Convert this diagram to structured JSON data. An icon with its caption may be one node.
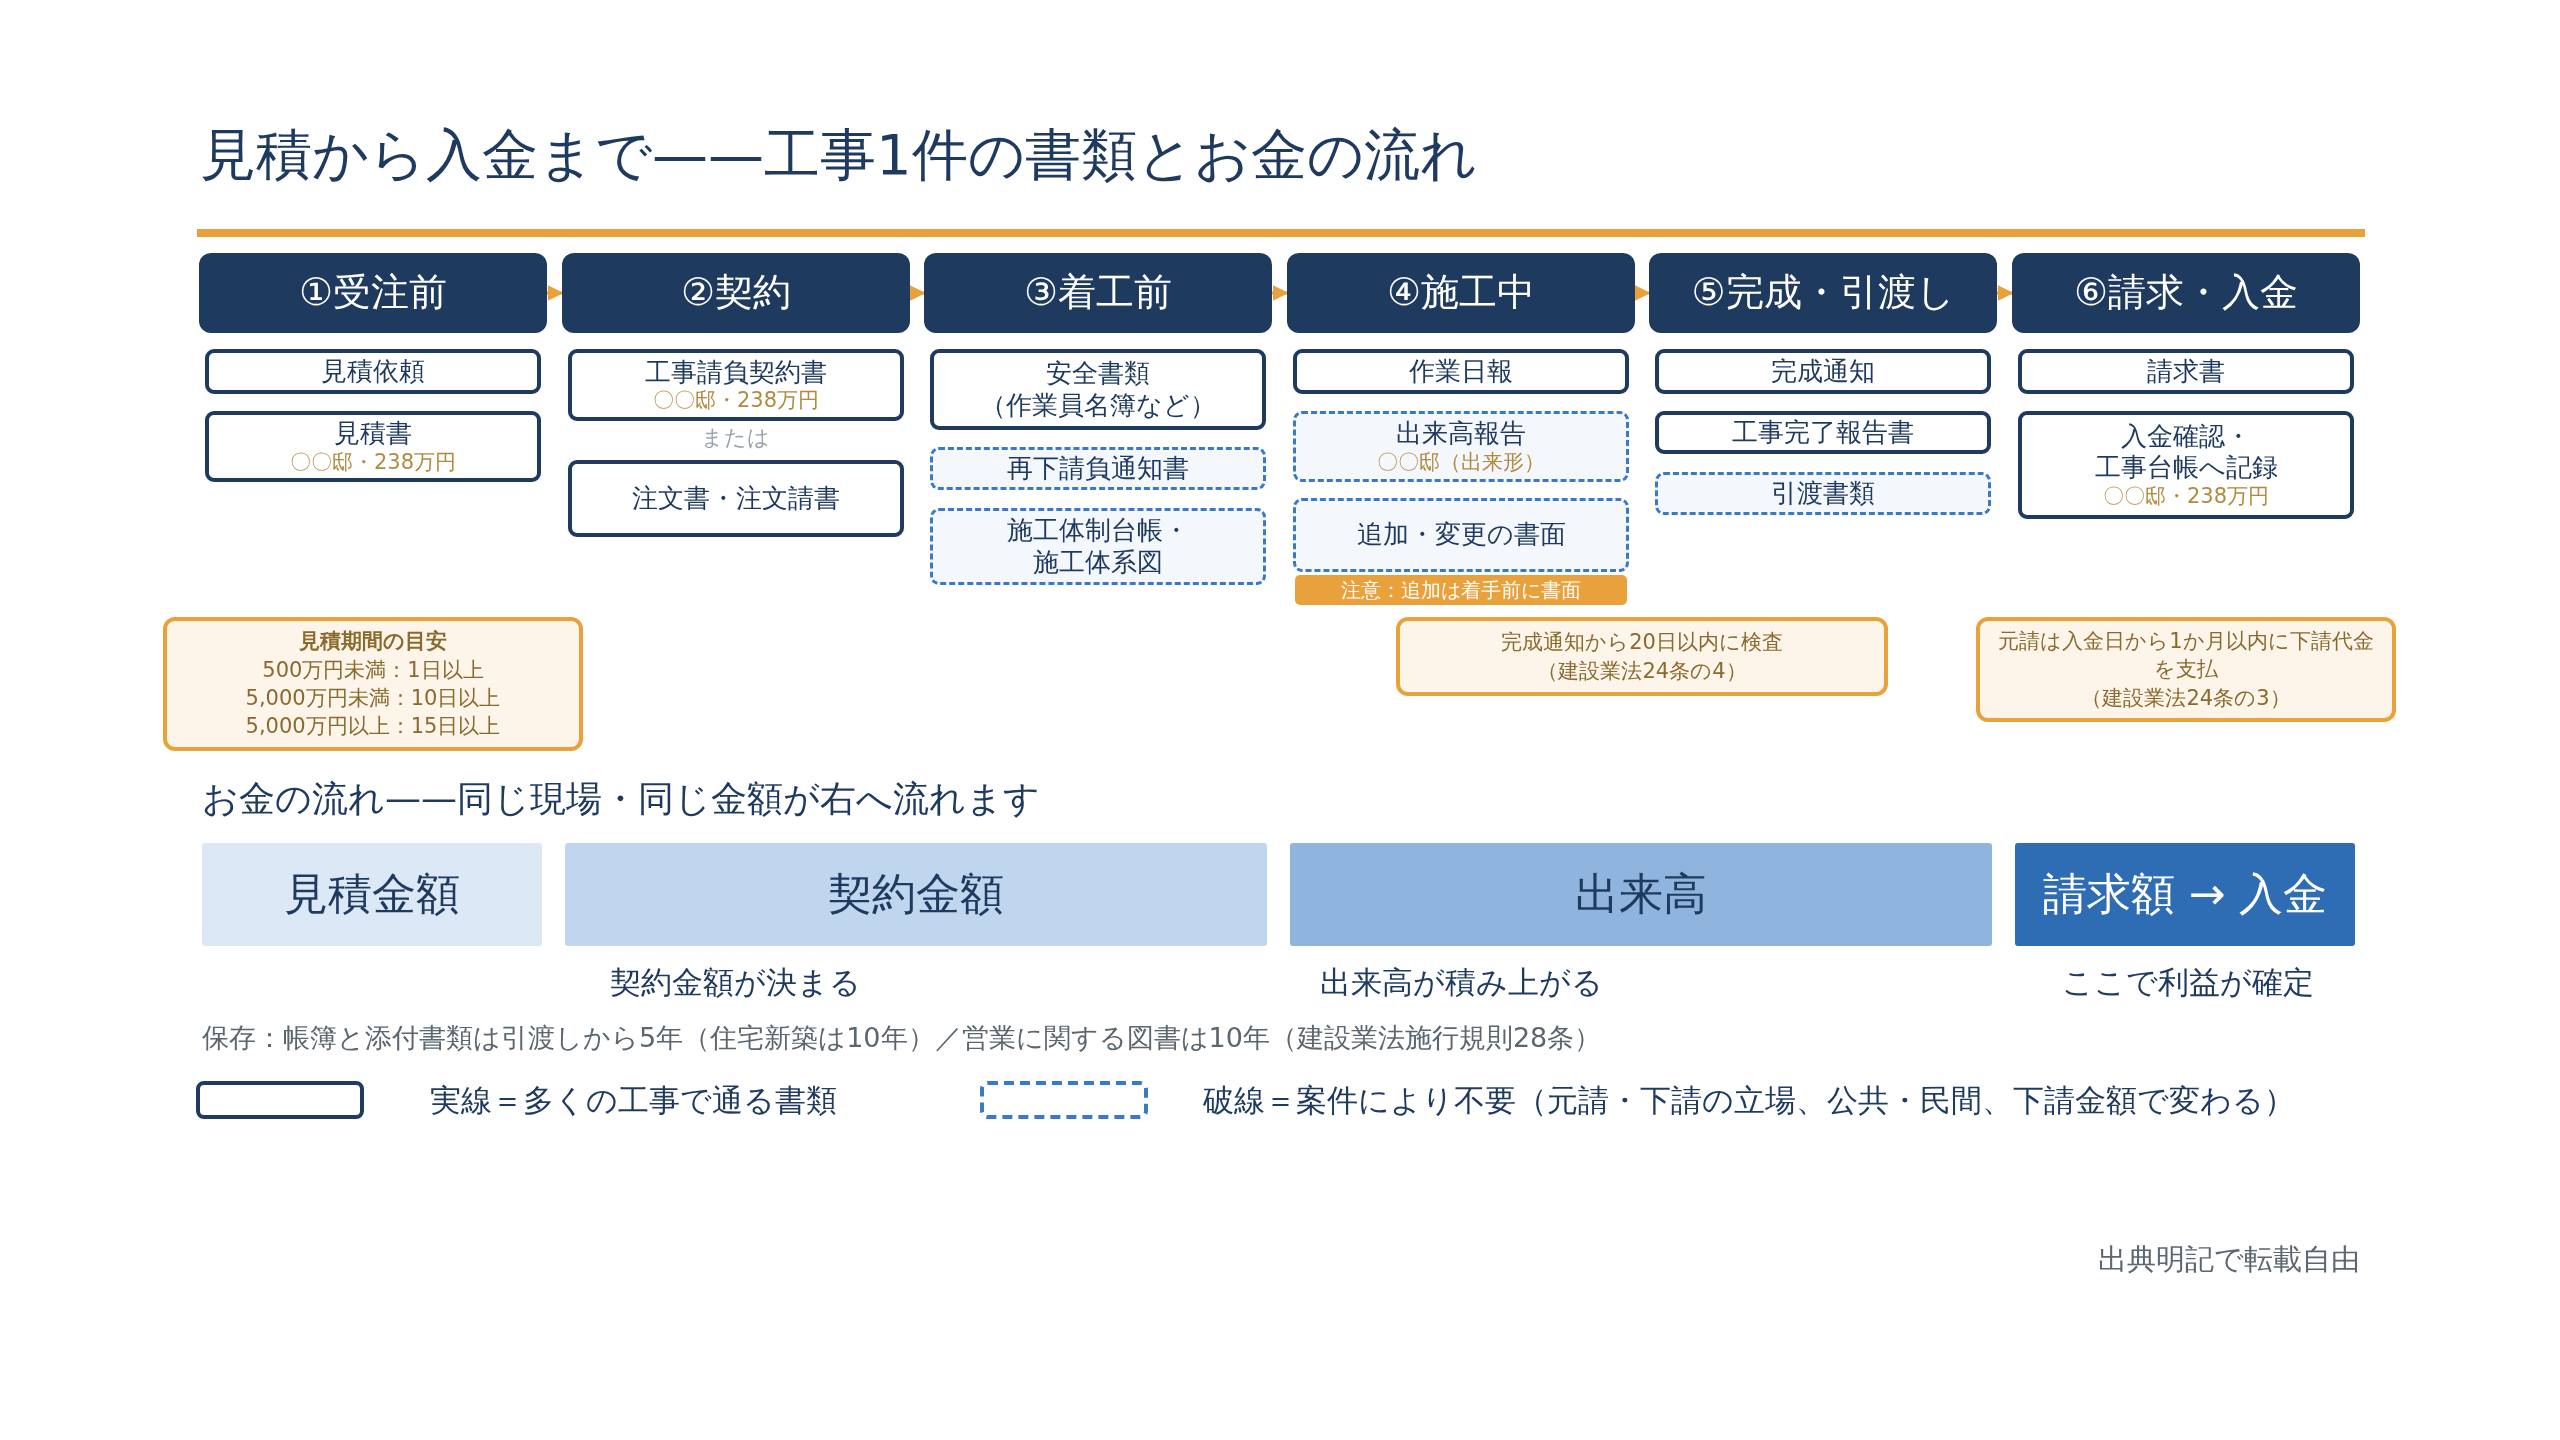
{
  "diagram": {
    "title": "見積から入金まで——工事1件の書類とお金の流れ",
    "nodes": [
      {
        "text": [
          "①受注前"
        ]
      },
      {
        "text": [
          "②契約"
        ]
      },
      {
        "text": [
          "③着工前"
        ]
      },
      {
        "text": [
          "④施工中"
        ]
      },
      {
        "text": [
          "⑤完成・引渡し"
        ]
      },
      {
        "text": [
          "⑥請求・入金"
        ]
      },
      {
        "text": [
          "見積依頼"
        ]
      },
      {
        "text": [
          "見積書",
          "〇〇邸・238万円"
        ]
      },
      {
        "text": [
          "工事請負契約書",
          "〇〇邸・238万円"
        ]
      },
      {
        "text": [
          "注文書・注文請書"
        ]
      },
      {
        "text": [
          "安全書類（作業員名簿など）"
        ]
      },
      {
        "text": [
          "再下請負通知書"
        ]
      },
      {
        "text": [
          "施工体制台帳・施工体系図"
        ]
      },
      {
        "text": [
          "作業日報"
        ]
      },
      {
        "text": [
          "出来高報告",
          "〇〇邸（出来形）"
        ]
      },
      {
        "text": [
          "追加・変更の書面"
        ]
      },
      {
        "text": [
          "注意：追加は着手前に書面"
        ]
      },
      {
        "text": [
          "完成通知"
        ]
      },
      {
        "text": [
          "工事完了報告書"
        ]
      },
      {
        "text": [
          "引渡書類"
        ]
      },
      {
        "text": [
          "請求書"
        ]
      },
      {
        "text": [
          "入金確認・工事台帳へ記録",
          "〇〇邸・238万円"
        ]
      },
      {
        "text": [
          "見積期間の目安",
          "500万円未満：1日以上",
          "5,000万円未満：10日以上",
          "5,000万円以上：15日以上"
        ]
      },
      {
        "text": [
          "完成通知から20日以内に検査",
          "（建設業法24条の4）"
        ]
      },
      {
        "text": [
          "元請は入金日から1か月以内に下請代金を支払",
          "（建設業法24条の3）"
        ]
      },
      {
        "text": [
          "見積金額"
        ]
      },
      {
        "text": [
          "契約金額"
        ]
      },
      {
        "text": [
          "出来高"
        ]
      },
      {
        "text": [
          "請求額 → 入金"
        ]
      }
    ],
    "edges": [
      {
        "from": 0,
        "to": 1,
        "arrow": "to"
      },
      {
        "from": 1,
        "to": 2,
        "arrow": "to"
      },
      {
        "from": 2,
        "to": 3,
        "arrow": "to"
      },
      {
        "from": 3,
        "to": 4,
        "arrow": "to"
      },
      {
        "from": 4,
        "to": 5,
        "arrow": "to"
      }
    ],
    "labels": [
      "または",
      "お金の流れ——同じ現場・同じ金額が右へ流れます",
      "契約金額が決まる",
      "出来高が積み上がる",
      "ここで利益が確定",
      "保存：帳簿と添付書類は引渡しから5年（住宅新築は10年）／営業に関する図書は10年（建設業法施行規則28条）",
      "出典明記で転載自由"
    ],
    "legend": [
      {
        "text": "実線＝多くの工事で通る書類"
      },
      {
        "text": "破線＝案件により不要（元請・下請の立場、公共・民間、下請金額で変わる）"
      }
    ]
  }
}
